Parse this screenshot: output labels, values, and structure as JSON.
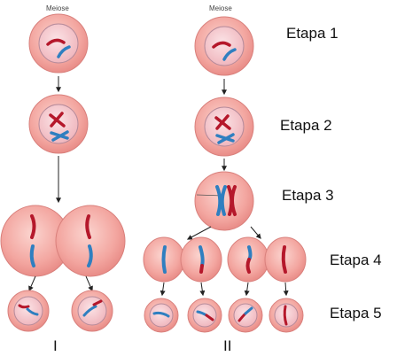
{
  "headings": {
    "left": "Meiose",
    "right": "Meiose"
  },
  "stages": [
    "Etapa 1",
    "Etapa 2",
    "Etapa 3",
    "Etapa 4",
    "Etapa 5"
  ],
  "columns": {
    "left": "I",
    "right": "II"
  },
  "colors": {
    "cell_fill": "#f3a6a0",
    "cell_edge": "#d9807c",
    "nucleus_fill": "#f6c3c6",
    "nucleus_edge": "#b58a9a",
    "chromosome_red": "#b5182b",
    "chromosome_blue": "#2f7fc0",
    "arrow": "#222222"
  }
}
